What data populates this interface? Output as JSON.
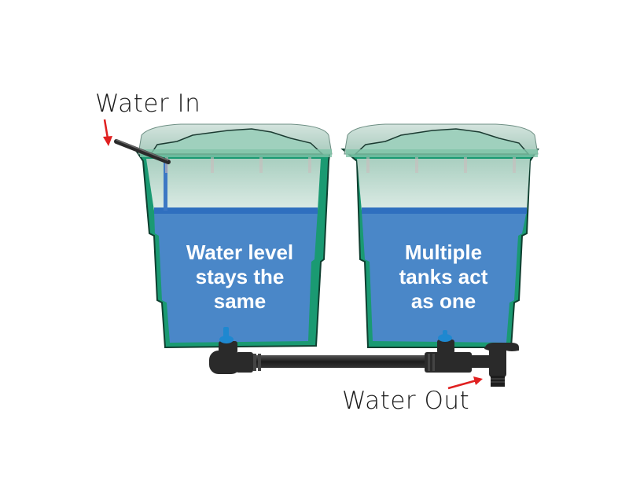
{
  "labels": {
    "water_in": "Water In",
    "water_out": "Water Out"
  },
  "tanks": [
    {
      "id": "left",
      "text_lines": [
        "Water level",
        "stays the",
        "same"
      ]
    },
    {
      "id": "right",
      "text_lines": [
        "Multiple",
        "tanks act",
        "as one"
      ]
    }
  ],
  "colors": {
    "tank_shell": "#1a9a72",
    "tank_lid": "#b9d8cc",
    "tank_upper_interior": "#cfe3db",
    "water": "#4a87c8",
    "water_surface": "#2f6fbf",
    "pipe": "#222222",
    "valve_handle": "#1e88d0",
    "arrow": "#e02020",
    "text_dark": "#1a1a1a"
  }
}
